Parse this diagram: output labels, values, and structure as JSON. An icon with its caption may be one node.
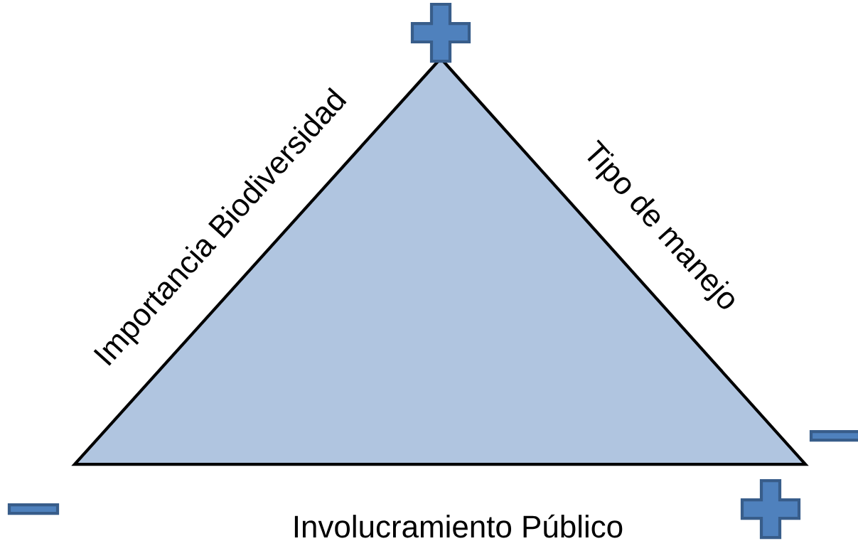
{
  "diagram": {
    "labels": [
      "Importancia Biodiversidad",
      "Tipo de manejo",
      "Involucramiento Público"
    ]
  }
}
